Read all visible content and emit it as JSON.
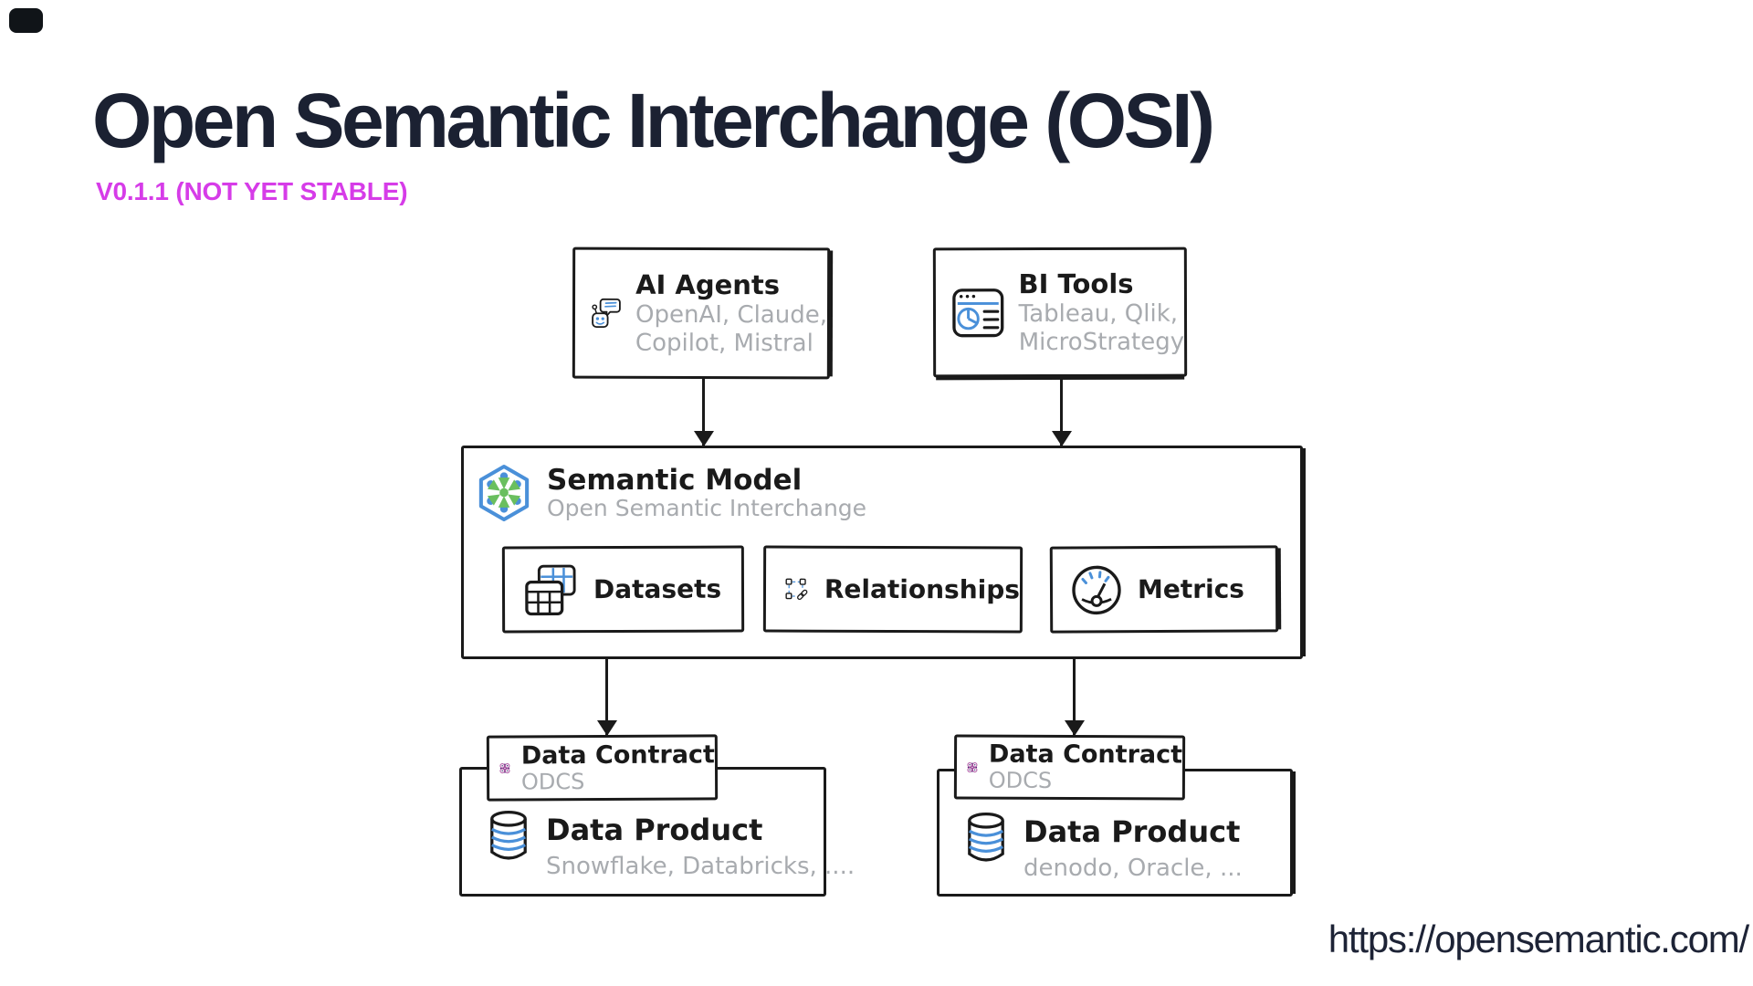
{
  "page": {
    "title": "Open Semantic Interchange (OSI)",
    "version": "V0.1.1 (NOT YET STABLE)",
    "url": "https://opensemantic.com/"
  },
  "colors": {
    "title_ink": "#1b2132",
    "version_magenta": "#d63ce8",
    "stroke_black": "#1a1a1a",
    "muted_gray": "#a8abaf",
    "accent_blue": "#4a90d9",
    "accent_green": "#6abf5f",
    "odcs_orchid": "#b45fa9",
    "odcs_indigo": "#35256b"
  },
  "diagram": {
    "ai_agents": {
      "title": "AI Agents",
      "subtitle_line1": "OpenAI, Claude,",
      "subtitle_line2": "Copilot, Mistral",
      "icon": "robot-chat-icon"
    },
    "bi_tools": {
      "title": "BI Tools",
      "subtitle_line1": "Tableau, Qlik,",
      "subtitle_line2": "MicroStrategy",
      "icon": "browser-chart-icon"
    },
    "semantic_model": {
      "title": "Semantic Model",
      "subtitle": "Open Semantic Interchange",
      "icon": "hexagon-network-icon",
      "components": [
        {
          "label": "Datasets",
          "icon": "tables-icon"
        },
        {
          "label": "Relationships",
          "icon": "linked-nodes-icon"
        },
        {
          "label": "Metrics",
          "icon": "gauge-icon"
        }
      ]
    },
    "left_group": {
      "contract": {
        "title": "Data Contract",
        "subtitle": "ODCS",
        "icon": "odcs-logo-icon"
      },
      "product": {
        "title": "Data Product",
        "subtitle": "Snowflake, Databricks, ....",
        "icon": "database-icon"
      }
    },
    "right_group": {
      "contract": {
        "title": "Data Contract",
        "subtitle": "ODCS",
        "icon": "odcs-logo-icon"
      },
      "product": {
        "title": "Data Product",
        "subtitle": "denodo, Oracle, ...",
        "icon": "database-icon"
      }
    }
  }
}
